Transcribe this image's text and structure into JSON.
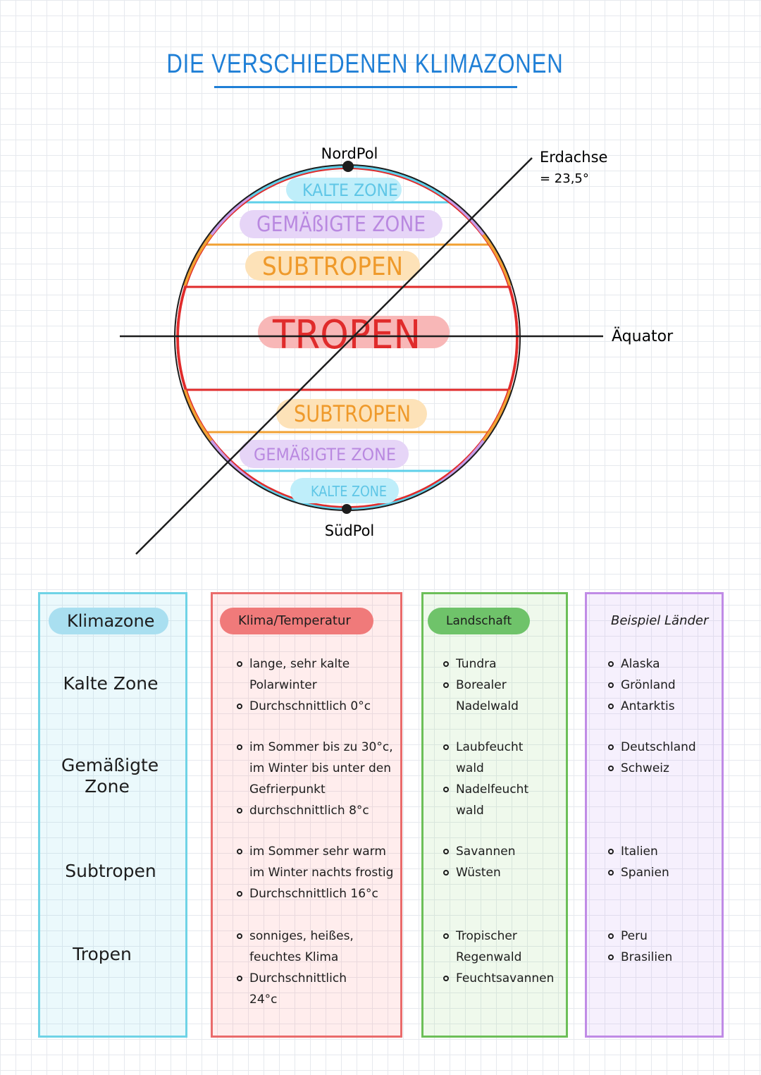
{
  "title": "DIE VERSCHIEDENEN KLIMAZONEN",
  "diagram": {
    "north_pole": "NordPol",
    "south_pole": "SüdPol",
    "axis_label_line1": "Erdachse",
    "axis_label_line2": "= 23,5°",
    "equator_label": "Äquator",
    "bands": {
      "north_cold": "KALTE ZONE",
      "north_temperate": "GEMÄßIGTE ZONE",
      "north_subtropics": "SUBTROPEN",
      "tropics": "TROPEN",
      "south_subtropics": "SUBTROPEN",
      "south_temperate": "GEMÄßIGTE ZONE",
      "south_cold": "KALTE ZONE"
    },
    "colors": {
      "cold": "#5fd0ea",
      "temperate": "#c79be8",
      "subtropics": "#f2a133",
      "tropics": "#e02b2b",
      "title": "#1f7fd6"
    }
  },
  "table": {
    "headers": {
      "zone": "Klimazone",
      "climate": "Klima/Temperatur",
      "landscape": "Landschaft",
      "examples": "Beispiel Länder"
    },
    "rows": [
      {
        "zone": "Kalte Zone",
        "climate": [
          "lange, sehr kalte Polarwinter",
          "Durchschnittlich 0°c"
        ],
        "landscape": [
          "Tundra",
          "Borealer Nadelwald"
        ],
        "examples": [
          "Alaska",
          "Grönland",
          "Antarktis"
        ]
      },
      {
        "zone": "Gemäßigte Zone",
        "climate": [
          "im Sommer bis zu 30°c, im Winter bis unter den Gefrierpunkt",
          "durchschnittlich 8°c"
        ],
        "landscape": [
          "Laubfeucht wald",
          "Nadelfeucht wald"
        ],
        "examples": [
          "Deutschland",
          "Schweiz"
        ]
      },
      {
        "zone": "Subtropen",
        "climate": [
          "im Sommer sehr warm im Winter nachts frostig",
          "Durchschnittlich 16°c"
        ],
        "landscape": [
          "Savannen",
          "Wüsten"
        ],
        "examples": [
          "Italien",
          "Spanien"
        ]
      },
      {
        "zone": "Tropen",
        "climate": [
          "sonniges, heißes, feuchtes Klima",
          "Durchschnittlich 24°c"
        ],
        "landscape": [
          "Tropischer Regenwald",
          "Feuchtsavannen"
        ],
        "examples": [
          "Peru",
          "Brasilien"
        ]
      }
    ]
  }
}
